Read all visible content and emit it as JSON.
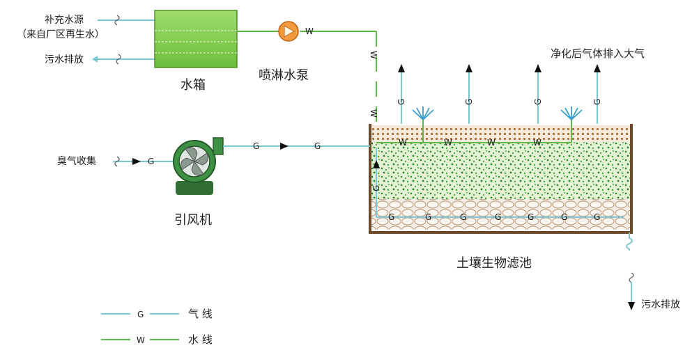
{
  "labels": {
    "supply_source": "补充水源",
    "supply_source_note": "（来自厂区再生水）",
    "sewage_out_top": "污水排放",
    "water_tank": "水箱",
    "spray_pump": "喷淋水泵",
    "purified_exhaust": "净化后气体排入大气",
    "odor_collection": "臭气收集",
    "fan": "引风机",
    "biofilter": "土壤生物滤池",
    "sewage_out_bottom": "污水排放"
  },
  "line_codes": {
    "gas": "G",
    "water": "W"
  },
  "legend": [
    {
      "code": "G",
      "label": "气 线",
      "color": "#7ec8d6"
    },
    {
      "code": "W",
      "label": "水 线",
      "color": "#5cb848"
    }
  ],
  "colors": {
    "gas_line": "#7ec8d6",
    "water_line": "#5cb848",
    "tank_fill": "#8fd15a",
    "pump_fill": "#f39a3c",
    "fan_fill": "#3f8f45",
    "soil_top": "#b07a4a",
    "media_green": "#3f9a3a",
    "gravel": "#d9c9b8",
    "basin_border": "#6b4a2a"
  }
}
